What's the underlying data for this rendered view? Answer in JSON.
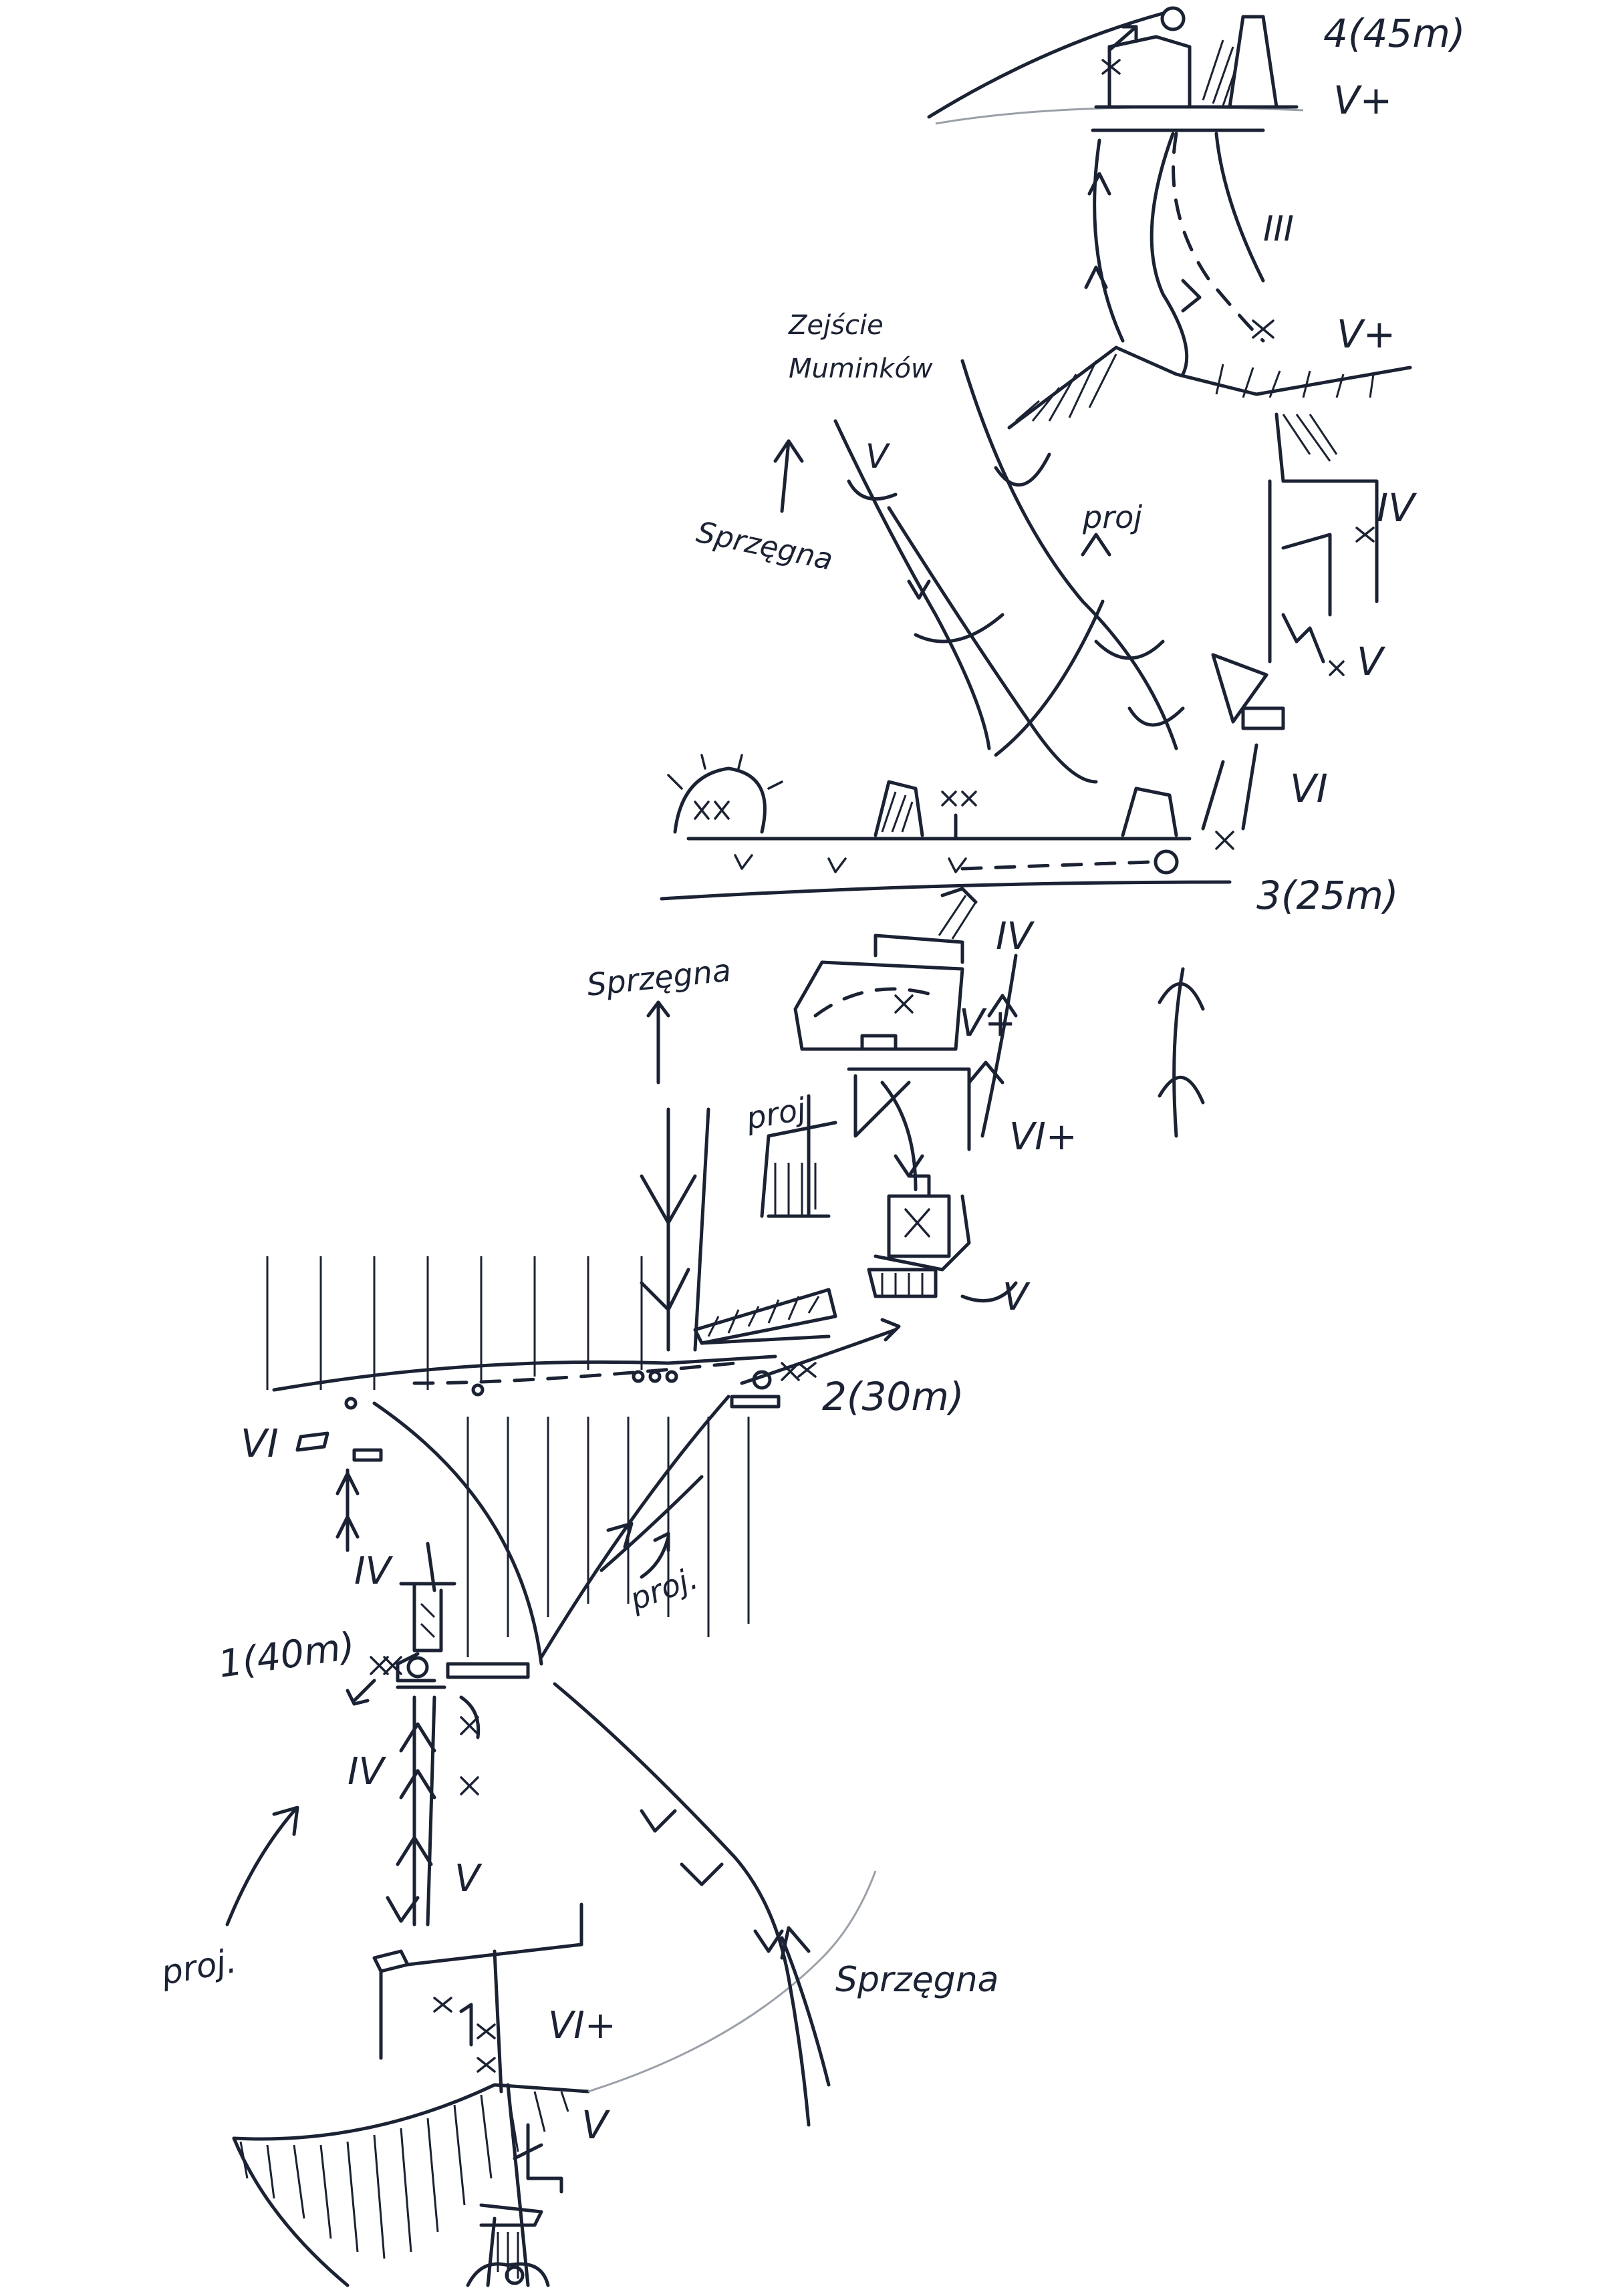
{
  "belays": [
    {
      "id": "1",
      "text": "1(40m)"
    },
    {
      "id": "2",
      "text": "2(30m)"
    },
    {
      "id": "3",
      "text": "3(25m)"
    },
    {
      "id": "4",
      "text": "4(45m)"
    }
  ],
  "grades": {
    "top_right": "V+",
    "top_mid": "III",
    "ledge_right": "V+",
    "upper_IV": "IV",
    "upper_V": "V",
    "upper_VI": "VI",
    "upper_left_V": "V",
    "mid_IV": "IV",
    "mid_Vplus": "V+",
    "mid_VIplus": "VI+",
    "mid_V": "V",
    "left_VI": "VI",
    "left_IV": "IV",
    "lower_IV": "IV",
    "lower_V": "V",
    "lower_VIplus": "VI+",
    "bottom_V": "V"
  },
  "notes": {
    "zejscie": "Zejście",
    "muminkow": "Muminków",
    "sprzeg_upper": "Sprzęgna",
    "sprzeg_mid": "Sprzęgna",
    "sprzeg_bottom": "Sprzęgna",
    "proj_upper": "proj",
    "proj_mid": "proj",
    "proj_lower": "proj.",
    "proj_bottom_left": "proj."
  }
}
